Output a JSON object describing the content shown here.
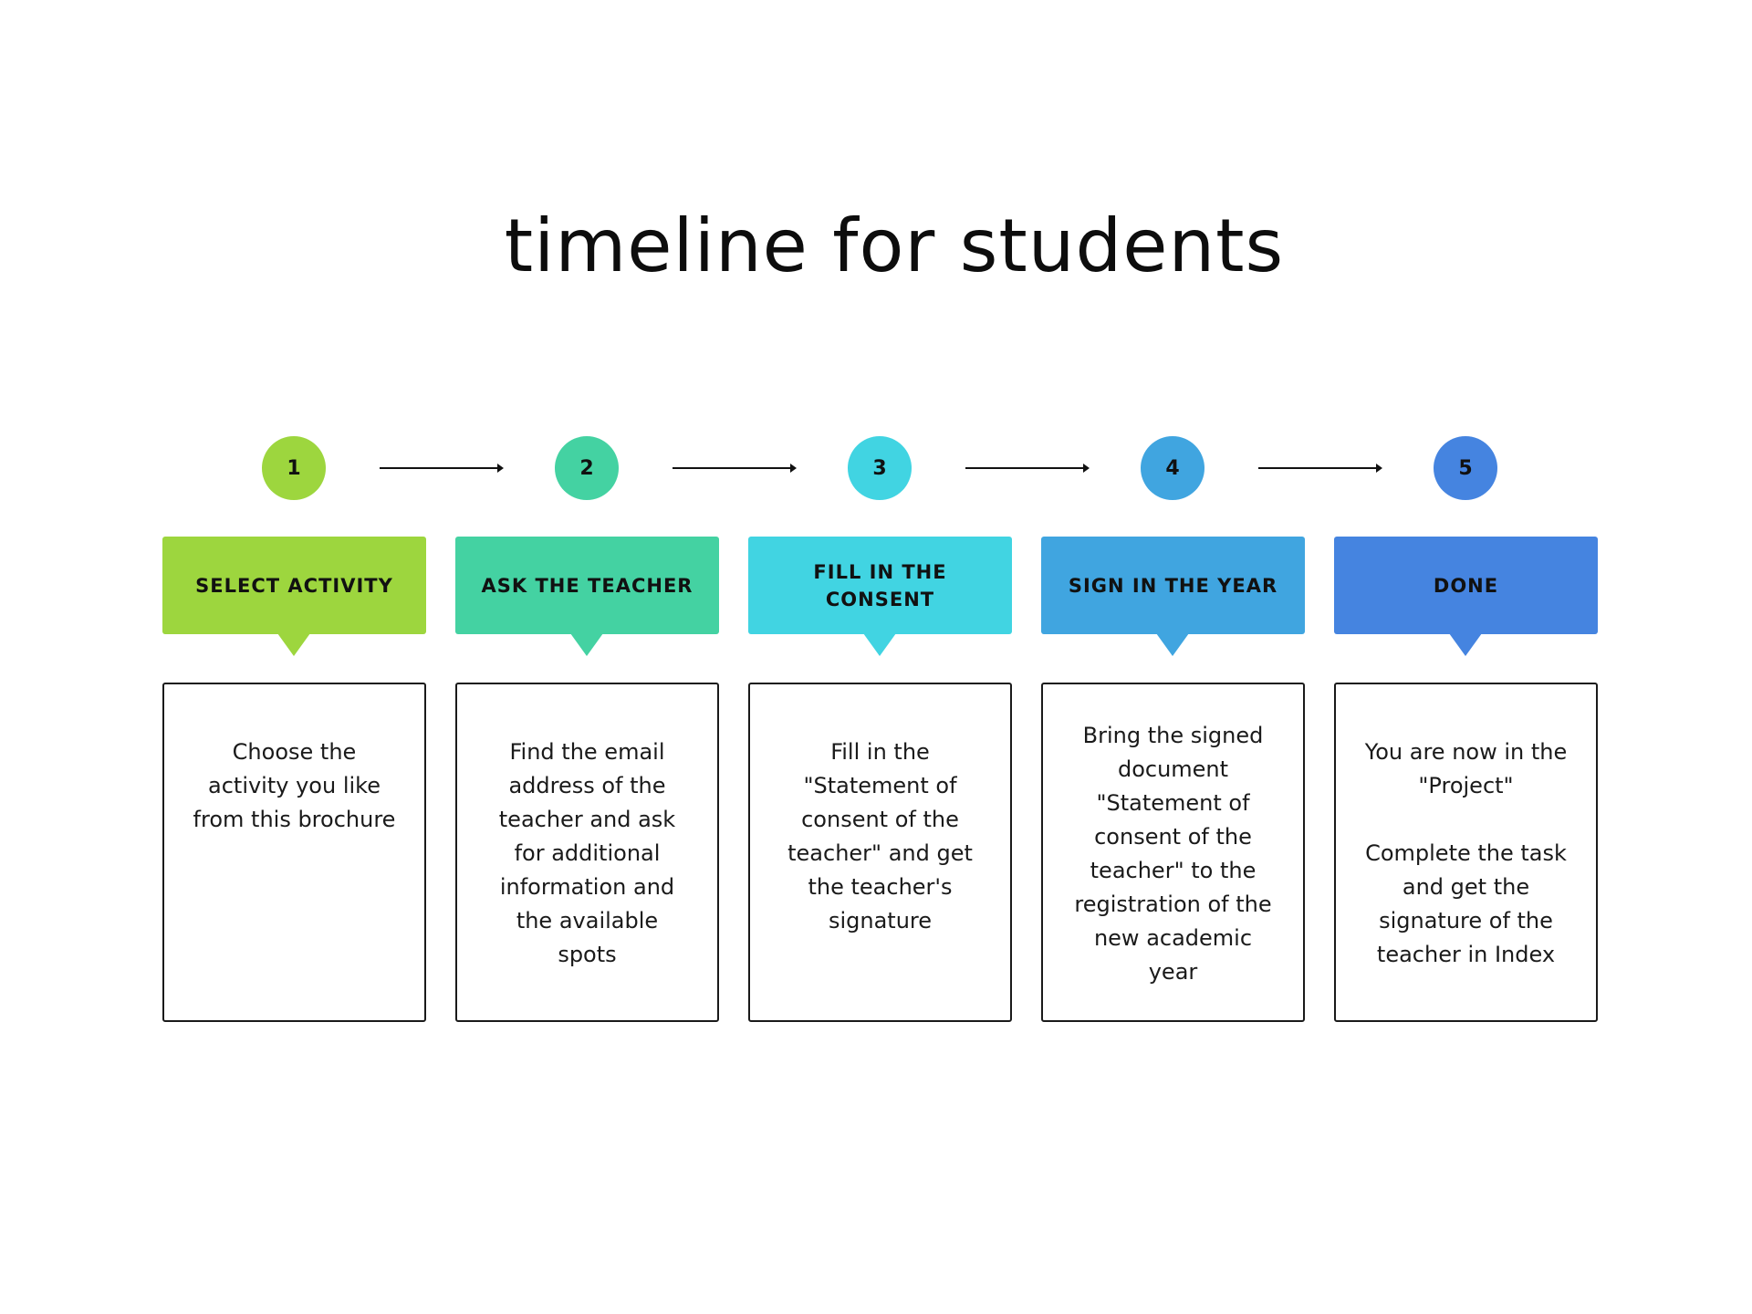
{
  "title": "timeline for students",
  "colors": {
    "step1": "#9dd63e",
    "step2": "#44d2a2",
    "step3": "#41d4e2",
    "step4": "#40a5e0",
    "step5": "#4584e0",
    "border": "#1a1a1a",
    "text": "#111111"
  },
  "steps": [
    {
      "number": "1",
      "heading": "SELECT ACTIVITY",
      "description": "Choose the\nactivity you like\nfrom this brochure"
    },
    {
      "number": "2",
      "heading": "ASK THE TEACHER",
      "description": "Find the email\naddress of the\nteacher and ask\nfor additional\ninformation and\nthe available\nspots"
    },
    {
      "number": "3",
      "heading": "FILL IN THE\nCONSENT",
      "description": "Fill in the\n\"Statement of\nconsent of the\nteacher\" and get\nthe teacher's\nsignature"
    },
    {
      "number": "4",
      "heading": "SIGN IN THE YEAR",
      "description": "Bring the signed\ndocument\n\"Statement of\nconsent of the\nteacher\" to the\nregistration of the\nnew academic\nyear"
    },
    {
      "number": "5",
      "heading": "DONE",
      "description": "You are now in the\n\"Project\"\n\nComplete the task\nand get the\nsignature of the\nteacher in Index"
    }
  ]
}
